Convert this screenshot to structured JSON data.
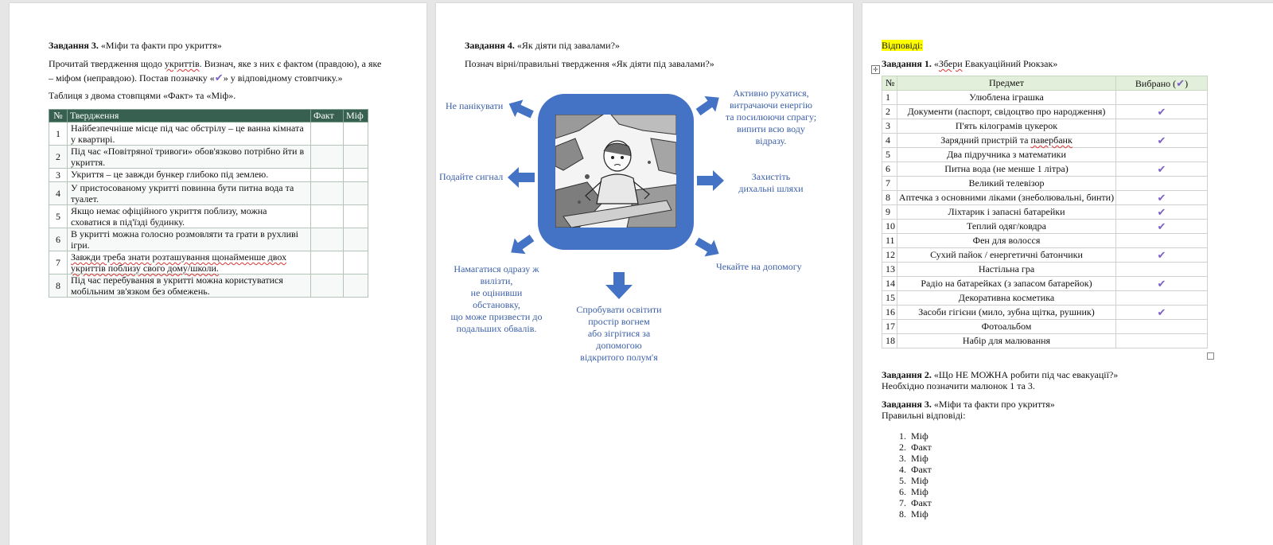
{
  "page1": {
    "title_bold": "Завдання 3.",
    "title_rest": " «Міфи та факти про укриття»",
    "para1_a": "Прочитай твердження щодо ",
    "para1_b": "укриттів",
    "para1_c": ". Визнач, яке з них є фактом (правдою), а яке",
    "para1_line2_a": "– міфом (неправдою). Постав позначку «",
    "para1_line2_b": "» у відповідному стовпчику.»",
    "para2": "Таблиця з двома стовпцями «Факт» та «Міф».",
    "table": {
      "headers": [
        "№",
        "Твердження",
        "Факт",
        "Міф"
      ],
      "rows": [
        {
          "n": "1",
          "text": "Найбезпечніше місце під час обстрілу – це ванна кімната у квартирі."
        },
        {
          "n": "2",
          "text": "Під час «Повітряної тривоги» обов'язково потрібно йти в укриття."
        },
        {
          "n": "3",
          "text": "Укриття – це завжди бункер глибоко під землею."
        },
        {
          "n": "4",
          "text": "У пристосованому укритті повинна бути питна вода та туалет."
        },
        {
          "n": "5",
          "text": "Якщо немає офіційного укриття поблизу, можна сховатися в під'їзді будинку."
        },
        {
          "n": "6",
          "text": "В укритті можна голосно розмовляти та грати в рухливі ігри."
        },
        {
          "n": "7",
          "text": "Завжди треба знати розташування щонайменше двох укриттів поблизу свого дому/школи."
        },
        {
          "n": "8",
          "text": "Під час перебування в укритті можна користуватися мобільним зв'язком без обмежень."
        }
      ]
    }
  },
  "page2": {
    "title_bold": "Завдання 4.",
    "title_rest": " «Як діяти під завалами?»",
    "instruction": "Познач вірні/правильні твердження «Як діяти під завалами?»",
    "labels": {
      "top_left": "Не панікувати",
      "mid_left": "Подайте сигнал",
      "bottom_left": "Намагатися одразу ж вилізти,\nне оцінивши обстановку,\nщо може призвести до подальших обвалів.",
      "bottom": "Спробувати освітити простір вогнем\nабо зігрітися за допомогою\nвідкритого полум'я",
      "top_right": "Активно рухатися, витрачаючи енергію\nта посилюючи спрагу;\nвипити всю воду відразу.",
      "mid_right": "Захистіть\nдихальні шляхи",
      "bottom_right": "Чекайте на допомогу"
    }
  },
  "page3": {
    "answers_label": "Відповіді:",
    "task1_bold": "Завдання 1.",
    "task1_a": " «",
    "task1_b": "Збери",
    "task1_c": " Евакуаційний Рюкзак»",
    "table": {
      "headers": [
        "№",
        "Предмет",
        "Вибрано ("
      ],
      "header_close": ")",
      "rows": [
        {
          "n": "1",
          "item": "Улюблена іграшка",
          "checked": false
        },
        {
          "n": "2",
          "item": "Документи (паспорт, свідоцтво про народження)",
          "checked": true
        },
        {
          "n": "3",
          "item": "П'ять кілограмів цукерок",
          "checked": false
        },
        {
          "n": "4",
          "item": "Зарядний пристрій та павербанк",
          "checked": true
        },
        {
          "n": "5",
          "item": "Два підручника з математики",
          "checked": false
        },
        {
          "n": "6",
          "item": "Питна вода (не менше 1 літра)",
          "checked": true
        },
        {
          "n": "7",
          "item": "Великий телевізор",
          "checked": false
        },
        {
          "n": "8",
          "item": "Аптечка з основними ліками (знеболювальні, бинти)",
          "checked": true
        },
        {
          "n": "9",
          "item": "Ліхтарик і запасні батарейки",
          "checked": true
        },
        {
          "n": "10",
          "item": "Теплий одяг/ковдра",
          "checked": true
        },
        {
          "n": "11",
          "item": "Фен для волосся",
          "checked": false
        },
        {
          "n": "12",
          "item": "Сухий пайок / енергетичні батончики",
          "checked": true
        },
        {
          "n": "13",
          "item": "Настільна гра",
          "checked": false
        },
        {
          "n": "14",
          "item": "Радіо на батарейках (з запасом батарейок)",
          "checked": true
        },
        {
          "n": "15",
          "item": "Декоративна косметика",
          "checked": false
        },
        {
          "n": "16",
          "item": "Засоби гігієни (мило, зубна щітка, рушник)",
          "checked": true
        },
        {
          "n": "17",
          "item": "Фотоальбом",
          "checked": false
        },
        {
          "n": "18",
          "item": "Набір для малювання",
          "checked": false
        }
      ]
    },
    "task2_bold": "Завдання 2.",
    "task2_rest": " «Що НЕ МОЖНА робити під час евакуації?»",
    "task2_answer": "Необхідно позначити малюнок 1 та 3.",
    "task3_bold": "Завдання 3.",
    "task3_rest": " «Міфи та факти про укриття»",
    "task3_answer": "Правильні відповіді:",
    "answers": [
      "Міф",
      "Факт",
      "Міф",
      "Факт",
      "Міф",
      "Міф",
      "Факт",
      "Міф"
    ]
  },
  "colors": {
    "table_header": "#376051",
    "diagram_blue": "#4472c4",
    "label_blue": "#3b5fa8",
    "check_purple": "#7b5fc4",
    "highlight": "#ffff00",
    "table2_header": "#e2efda"
  }
}
